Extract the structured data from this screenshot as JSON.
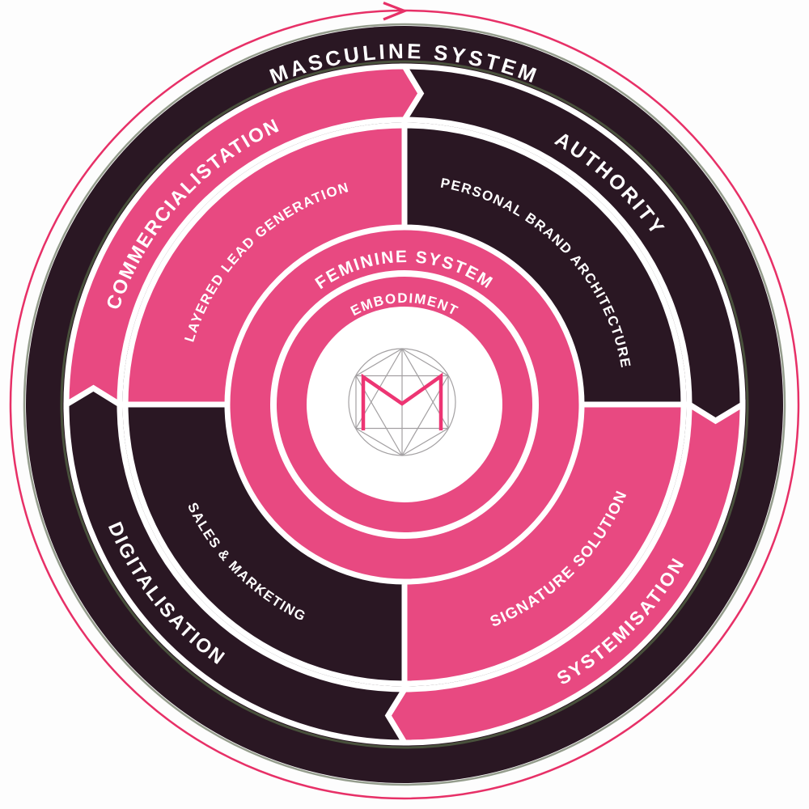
{
  "diagram": {
    "title_top": "MASCULINE SYSTEM",
    "feminine_label": "FEMININE SYSTEM",
    "core_label": "EMBODIMENT",
    "outer_ring": [
      {
        "label": "COMMERCIALISTATION",
        "color": "pink"
      },
      {
        "label": "AUTHORITY",
        "color": "dark"
      },
      {
        "label": "SYSTEMISATION",
        "color": "pink"
      },
      {
        "label": "DIGITALISATION",
        "color": "dark"
      }
    ],
    "middle_ring": [
      {
        "label": "LAYERED LEAD GENERATION",
        "color": "pink"
      },
      {
        "label": "PERSONAL BRAND ARCHITECTURE",
        "color": "dark"
      },
      {
        "label": "SIGNATURE SOLUTION",
        "color": "pink"
      },
      {
        "label": "SALES & MARKETING",
        "color": "dark"
      }
    ],
    "icons": {
      "orbit_arrow": "clockwise-arrow",
      "center_logo": "geometric-envelope-emblem"
    },
    "colors": {
      "pink": "#E84981",
      "dark": "#2A1723",
      "accent_pink": "#ED3573",
      "orbit_pink": "#E73067",
      "white": "#FFFFFF",
      "shadow_olive": "#4F5C41"
    }
  }
}
